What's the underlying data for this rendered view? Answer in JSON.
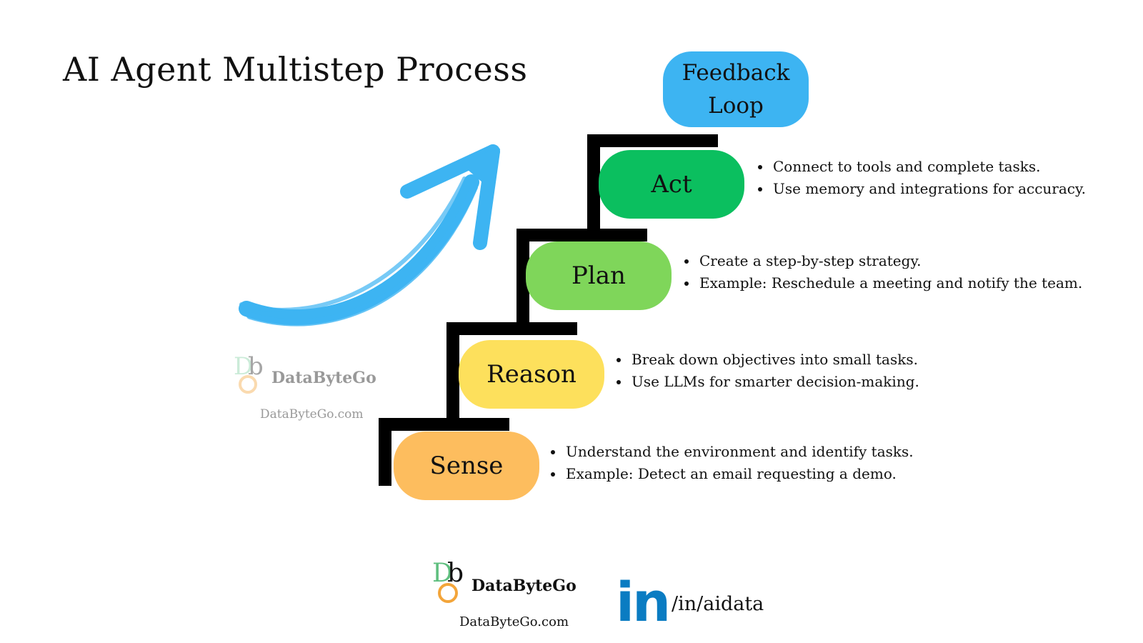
{
  "title": "AI Agent Multistep Process",
  "feedback": {
    "label_line1": "Feedback",
    "label_line2": "Loop",
    "color": "#3db4f2"
  },
  "steps": [
    {
      "label": "Act",
      "color": "#0bbf5f",
      "bullets": [
        "Connect to tools and complete tasks.",
        "Use memory and integrations for accuracy."
      ]
    },
    {
      "label": "Plan",
      "color": "#7fd65a",
      "bullets": [
        "Create a step-by-step strategy.",
        "Example: Reschedule a meeting and notify the team."
      ]
    },
    {
      "label": "Reason",
      "color": "#fde05c",
      "bullets": [
        "Break down objectives into small tasks.",
        "Use LLMs for smarter decision-making."
      ]
    },
    {
      "label": "Sense",
      "color": "#fdbd5e",
      "bullets": [
        "Understand the environment and identify tasks.",
        "Example: Detect an email requesting a demo."
      ]
    }
  ],
  "arrow": {
    "icon": "brush-arrow-icon",
    "color": "#3db4f2"
  },
  "watermark": {
    "brand": "DataByteGo",
    "url": "DataByteGo.com"
  },
  "footer": {
    "brand": "DataByteGo",
    "url": "DataByteGo.com",
    "linkedin_icon_text": "in",
    "linkedin_handle": "/in/aidata",
    "linkedin_color": "#0a7cc2"
  }
}
